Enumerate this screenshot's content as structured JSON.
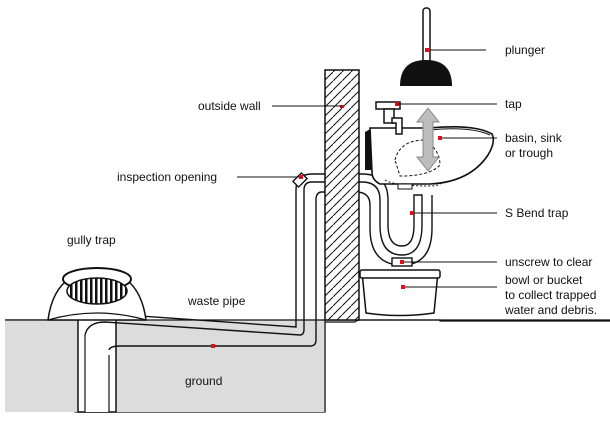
{
  "labels": {
    "plunger": "plunger",
    "outside_wall": "outside wall",
    "tap": "tap",
    "basin_line1": "basin, sink",
    "basin_line2": "or trough",
    "inspection_opening": "inspection opening",
    "s_bend_trap": "S Bend trap",
    "gully_trap": "gully trap",
    "unscrew_to_clear": "unscrew to clear",
    "bowl_line1": "bowl or bucket",
    "bowl_line2": "to collect trapped",
    "bowl_line3": "water and debris.",
    "waste_pipe": "waste pipe",
    "ground": "ground"
  },
  "colors": {
    "marker": "#e0101a",
    "ground_fill": "#dcdcdc",
    "line": "#111111",
    "arrow": "#bdbdbd"
  }
}
